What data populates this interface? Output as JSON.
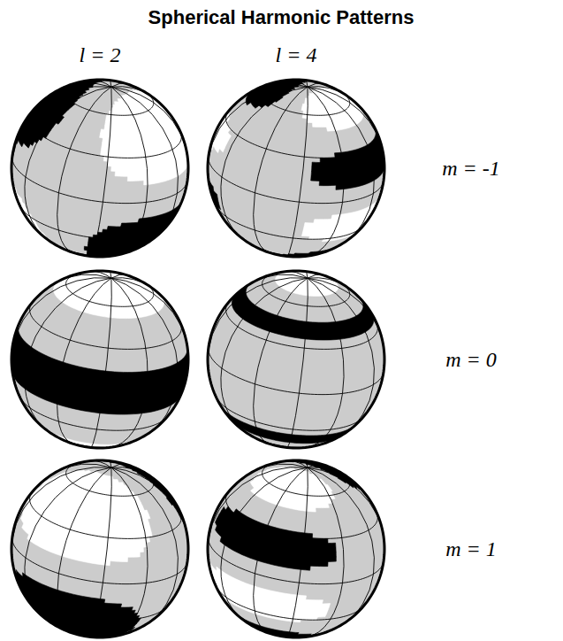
{
  "diagram": {
    "title": "Spherical Harmonic Patterns",
    "labels": [
      "l = 2",
      "l = 4",
      "m = -1",
      "m = 0",
      "m = 1"
    ]
  }
}
